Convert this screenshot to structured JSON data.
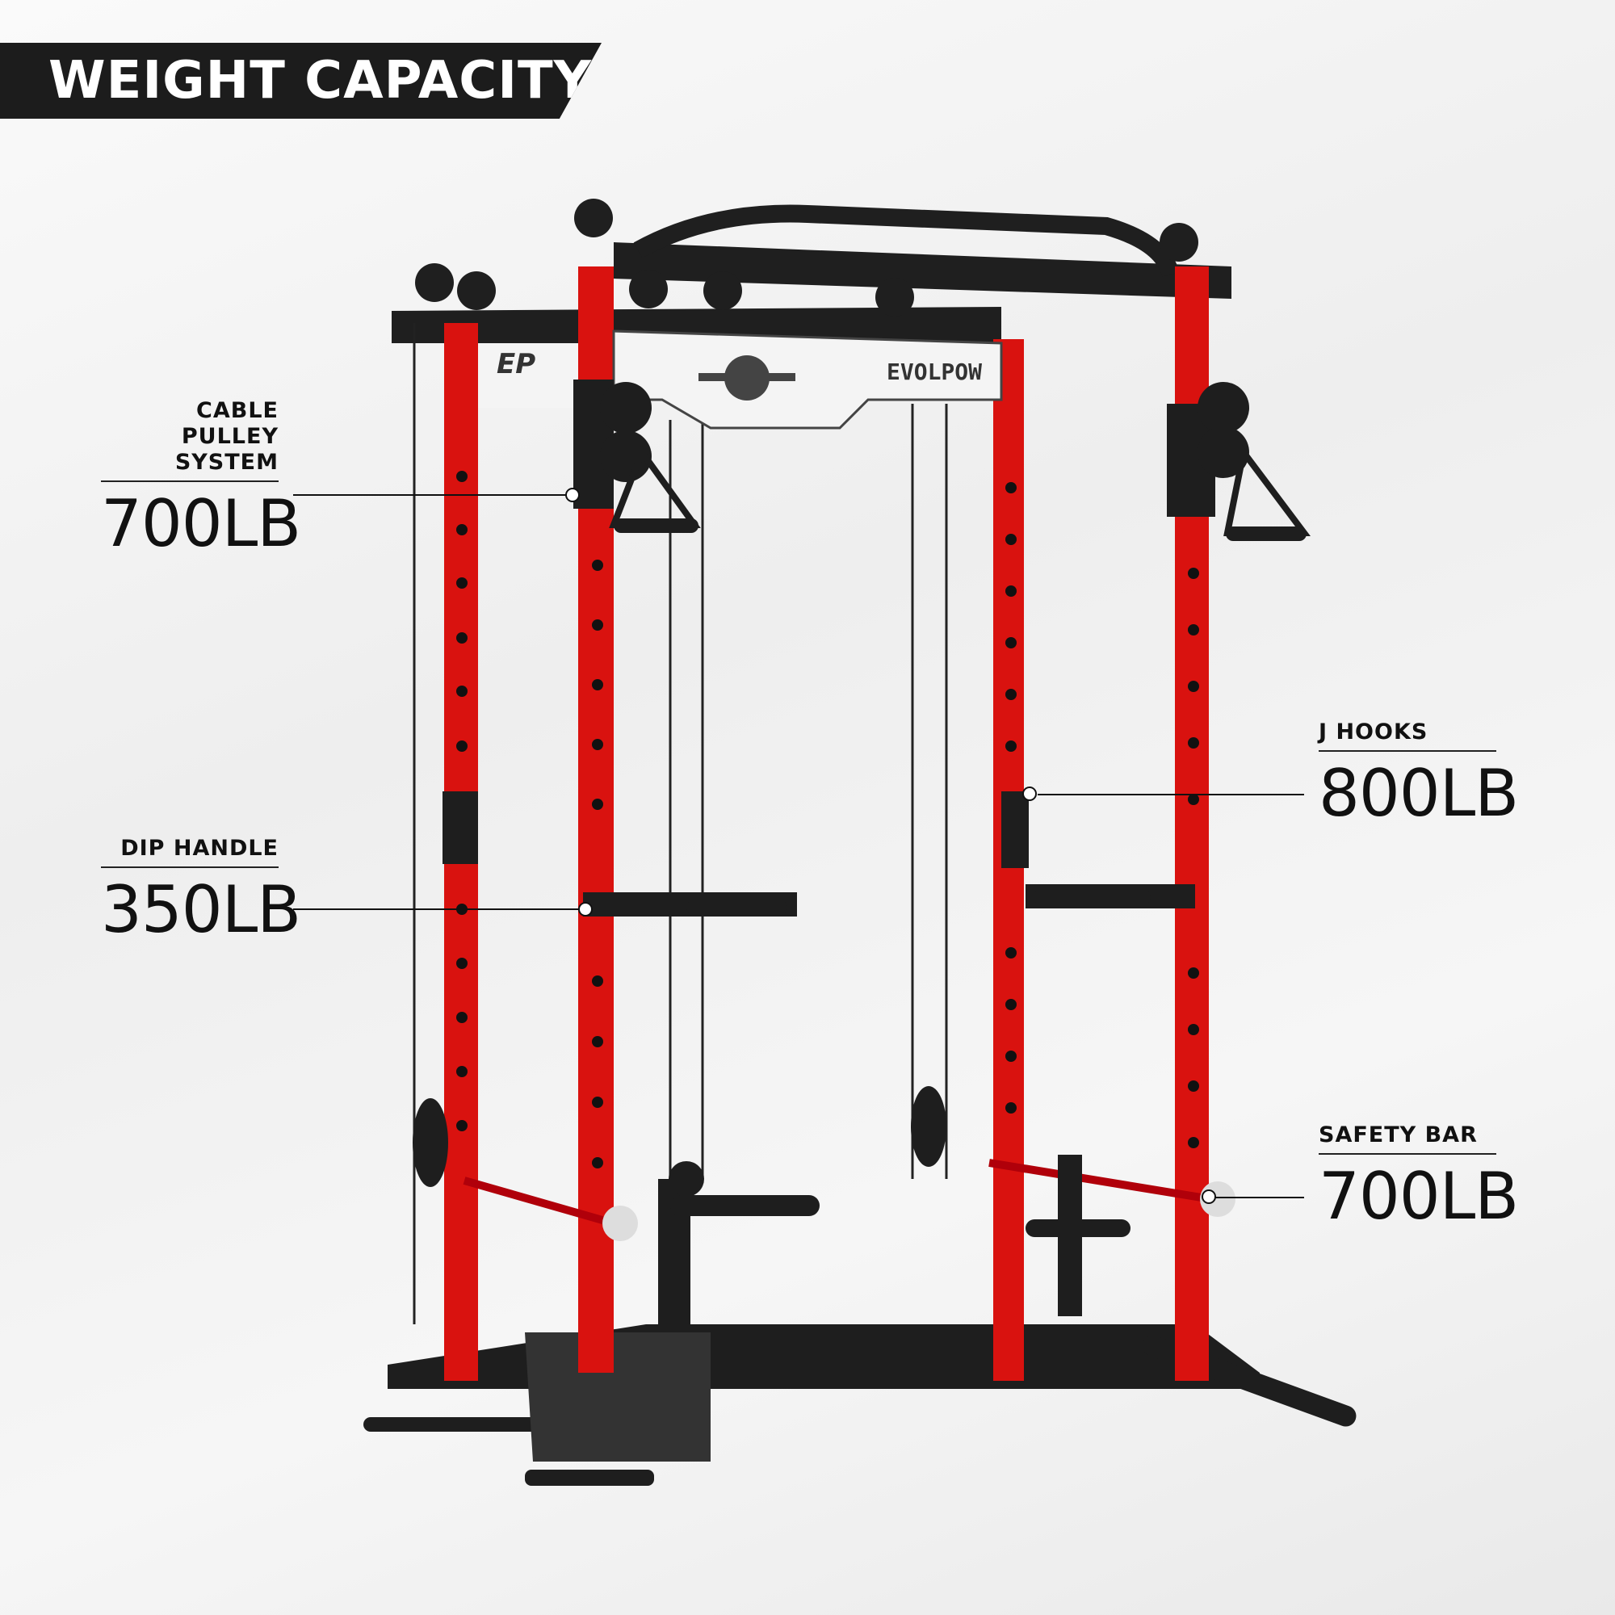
{
  "header": {
    "title": "WEIGHT CAPACITY"
  },
  "product": {
    "brand": "EVOLPOW",
    "logo": "EP",
    "colors": {
      "frame": "#d9120f",
      "steel": "#1e1e1e",
      "plate": "#f4f4f4"
    }
  },
  "callouts": [
    {
      "label": "CABLE PULLEY SYSTEM",
      "value": "700LB"
    },
    {
      "label": "DIP HANDLE",
      "value": "350LB"
    },
    {
      "label": "J HOOKS",
      "value": "800LB"
    },
    {
      "label": "SAFETY BAR",
      "value": "700LB"
    }
  ]
}
